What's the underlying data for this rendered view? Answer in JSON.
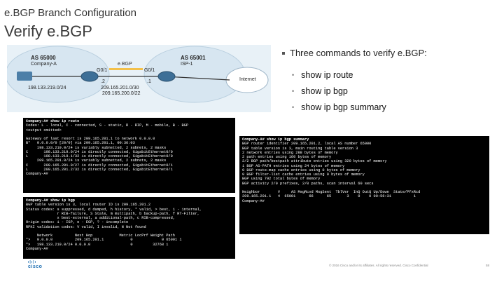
{
  "header": {
    "kicker": "e.BGP Branch Configuration",
    "title": "Verify e.BGP"
  },
  "diagram": {
    "left_as": "AS 65000",
    "left_name": "Company-A",
    "right_as": "AS 65001",
    "right_name": "ISP-1",
    "link_label": "e.BGP",
    "left_if": "G0/1",
    "left_if_host": ".2",
    "right_if": "G0/1",
    "right_if_host": ".1",
    "left_net": "198.133.219.0/24",
    "link_net": "209.165.201.0/30",
    "right_net": "209.165.200.0/22",
    "cloud_label": "Internet"
  },
  "bullets": {
    "lead": "Three commands to verify e.BGP:",
    "items": [
      "show ip route",
      "show ip bgp",
      "show ip bgp summary"
    ]
  },
  "terminal_route": {
    "lines": [
      "Company-A# show ip route",
      "Codes: L - local, C - connected, S - static, R - RIP, M - mobile, B - BGP",
      "<output omitted>",
      "",
      "Gateway of last resort is 209.165.201.1 to network 0.0.0.0",
      "B*   0.0.0.0/0 [20/0] via 209.165.201.1, 00:36:03",
      "     198.133.219.0/24 is variably subnetted, 2 subnets, 2 masks",
      "C       198.133.219.0/24 is directly connected, GigabitEthernet0/0",
      "L       198.133.219.1/32 is directly connected, GigabitEthernet0/0",
      "     209.165.201.0/24 is variably subnetted, 2 subnets, 2 masks",
      "C       209.165.201.0/27 is directly connected, GigabitEthernet0/1",
      "L       209.165.201.2/32 is directly connected, GigabitEthernet0/1",
      "Company-A#"
    ]
  },
  "terminal_bgp": {
    "lines": [
      "Company-A# show ip bgp",
      "BGP table version is 3, local router ID is 209.165.201.2",
      "Status codes: s suppressed, d damped, h history, * valid, > best, i - internal,",
      "              r RIB-failure, S Stale, m multipath, b backup-path, f RT-Filter,",
      "              x best-external, a additional-path, c RIB-compressed,",
      "Origin codes: i - IGP, e - EGP, ? - incomplete",
      "RPKI validation codes: V valid, I invalid, N Not found",
      "",
      "     Network          Next Hop            Metric LocPrf Weight Path",
      "*>   0.0.0.0          209.165.201.1            0             0 65001 i",
      "*>   198.133.219.0/24 0.0.0.0                  0         32768 i",
      "Company-A#"
    ]
  },
  "terminal_summary": {
    "lines": [
      "Company-A# show ip bgp summary",
      "BGP router identifier 209.165.201.2, local AS number 65000",
      "BGP table version is 3, main routing table version 3",
      "2 network entries using 288 bytes of memory",
      "2 path entries using 160 bytes of memory",
      "2/2 BGP path/bestpath attribute entries using 320 bytes of memory",
      "1 BGP AS-PATH entries using 24 bytes of memory",
      "0 BGP route-map cache entries using 0 bytes of memory",
      "0 BGP filter-list cache entries using 0 bytes of memory",
      "BGP using 792 total bytes of memory",
      "BGP activity 2/0 prefixes, 2/0 paths, scan interval 60 secs",
      "",
      "Neighbor        V     AS MsgRcvd MsgSent  TblVer  InQ OutQ Up/Down  State/PfxRcd",
      "209.165.201.1   4  65001      66      65       3    0    0 00:56:31          1",
      "Company-A#"
    ]
  },
  "footer": {
    "logo": "cisco",
    "copyright": "© 2016  Cisco and/or its affiliates. All rights reserved.   Cisco Confidential",
    "page": "58"
  }
}
